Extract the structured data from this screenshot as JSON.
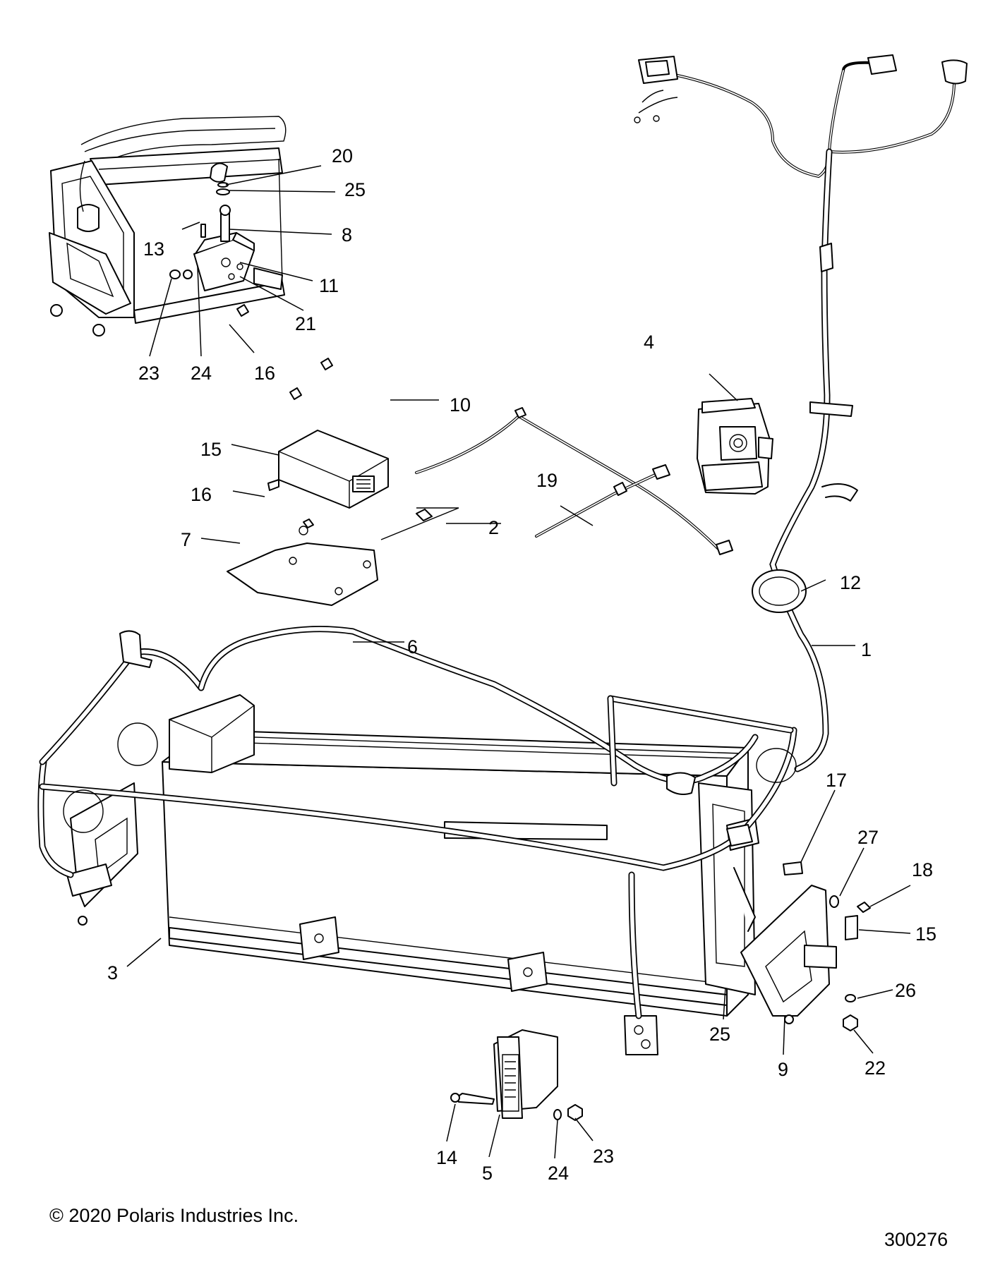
{
  "callouts": {
    "c20": "20",
    "c25a": "25",
    "c8": "8",
    "c13": "13",
    "c11": "11",
    "c21": "21",
    "c23a": "23",
    "c24a": "24",
    "c16a": "16",
    "c4": "4",
    "c10": "10",
    "c15a": "15",
    "c19": "19",
    "c16b": "16",
    "c2": "2",
    "c7": "7",
    "c12": "12",
    "c6": "6",
    "c1": "1",
    "c17": "17",
    "c27": "27",
    "c18": "18",
    "c15b": "15",
    "c3": "3",
    "c26": "26",
    "c25b": "25",
    "c9": "9",
    "c22": "22",
    "c14": "14",
    "c5": "5",
    "c24b": "24",
    "c23b": "23"
  },
  "footer": {
    "copyright": "© 2020 Polaris Industries Inc.",
    "figure_number": "300276"
  }
}
